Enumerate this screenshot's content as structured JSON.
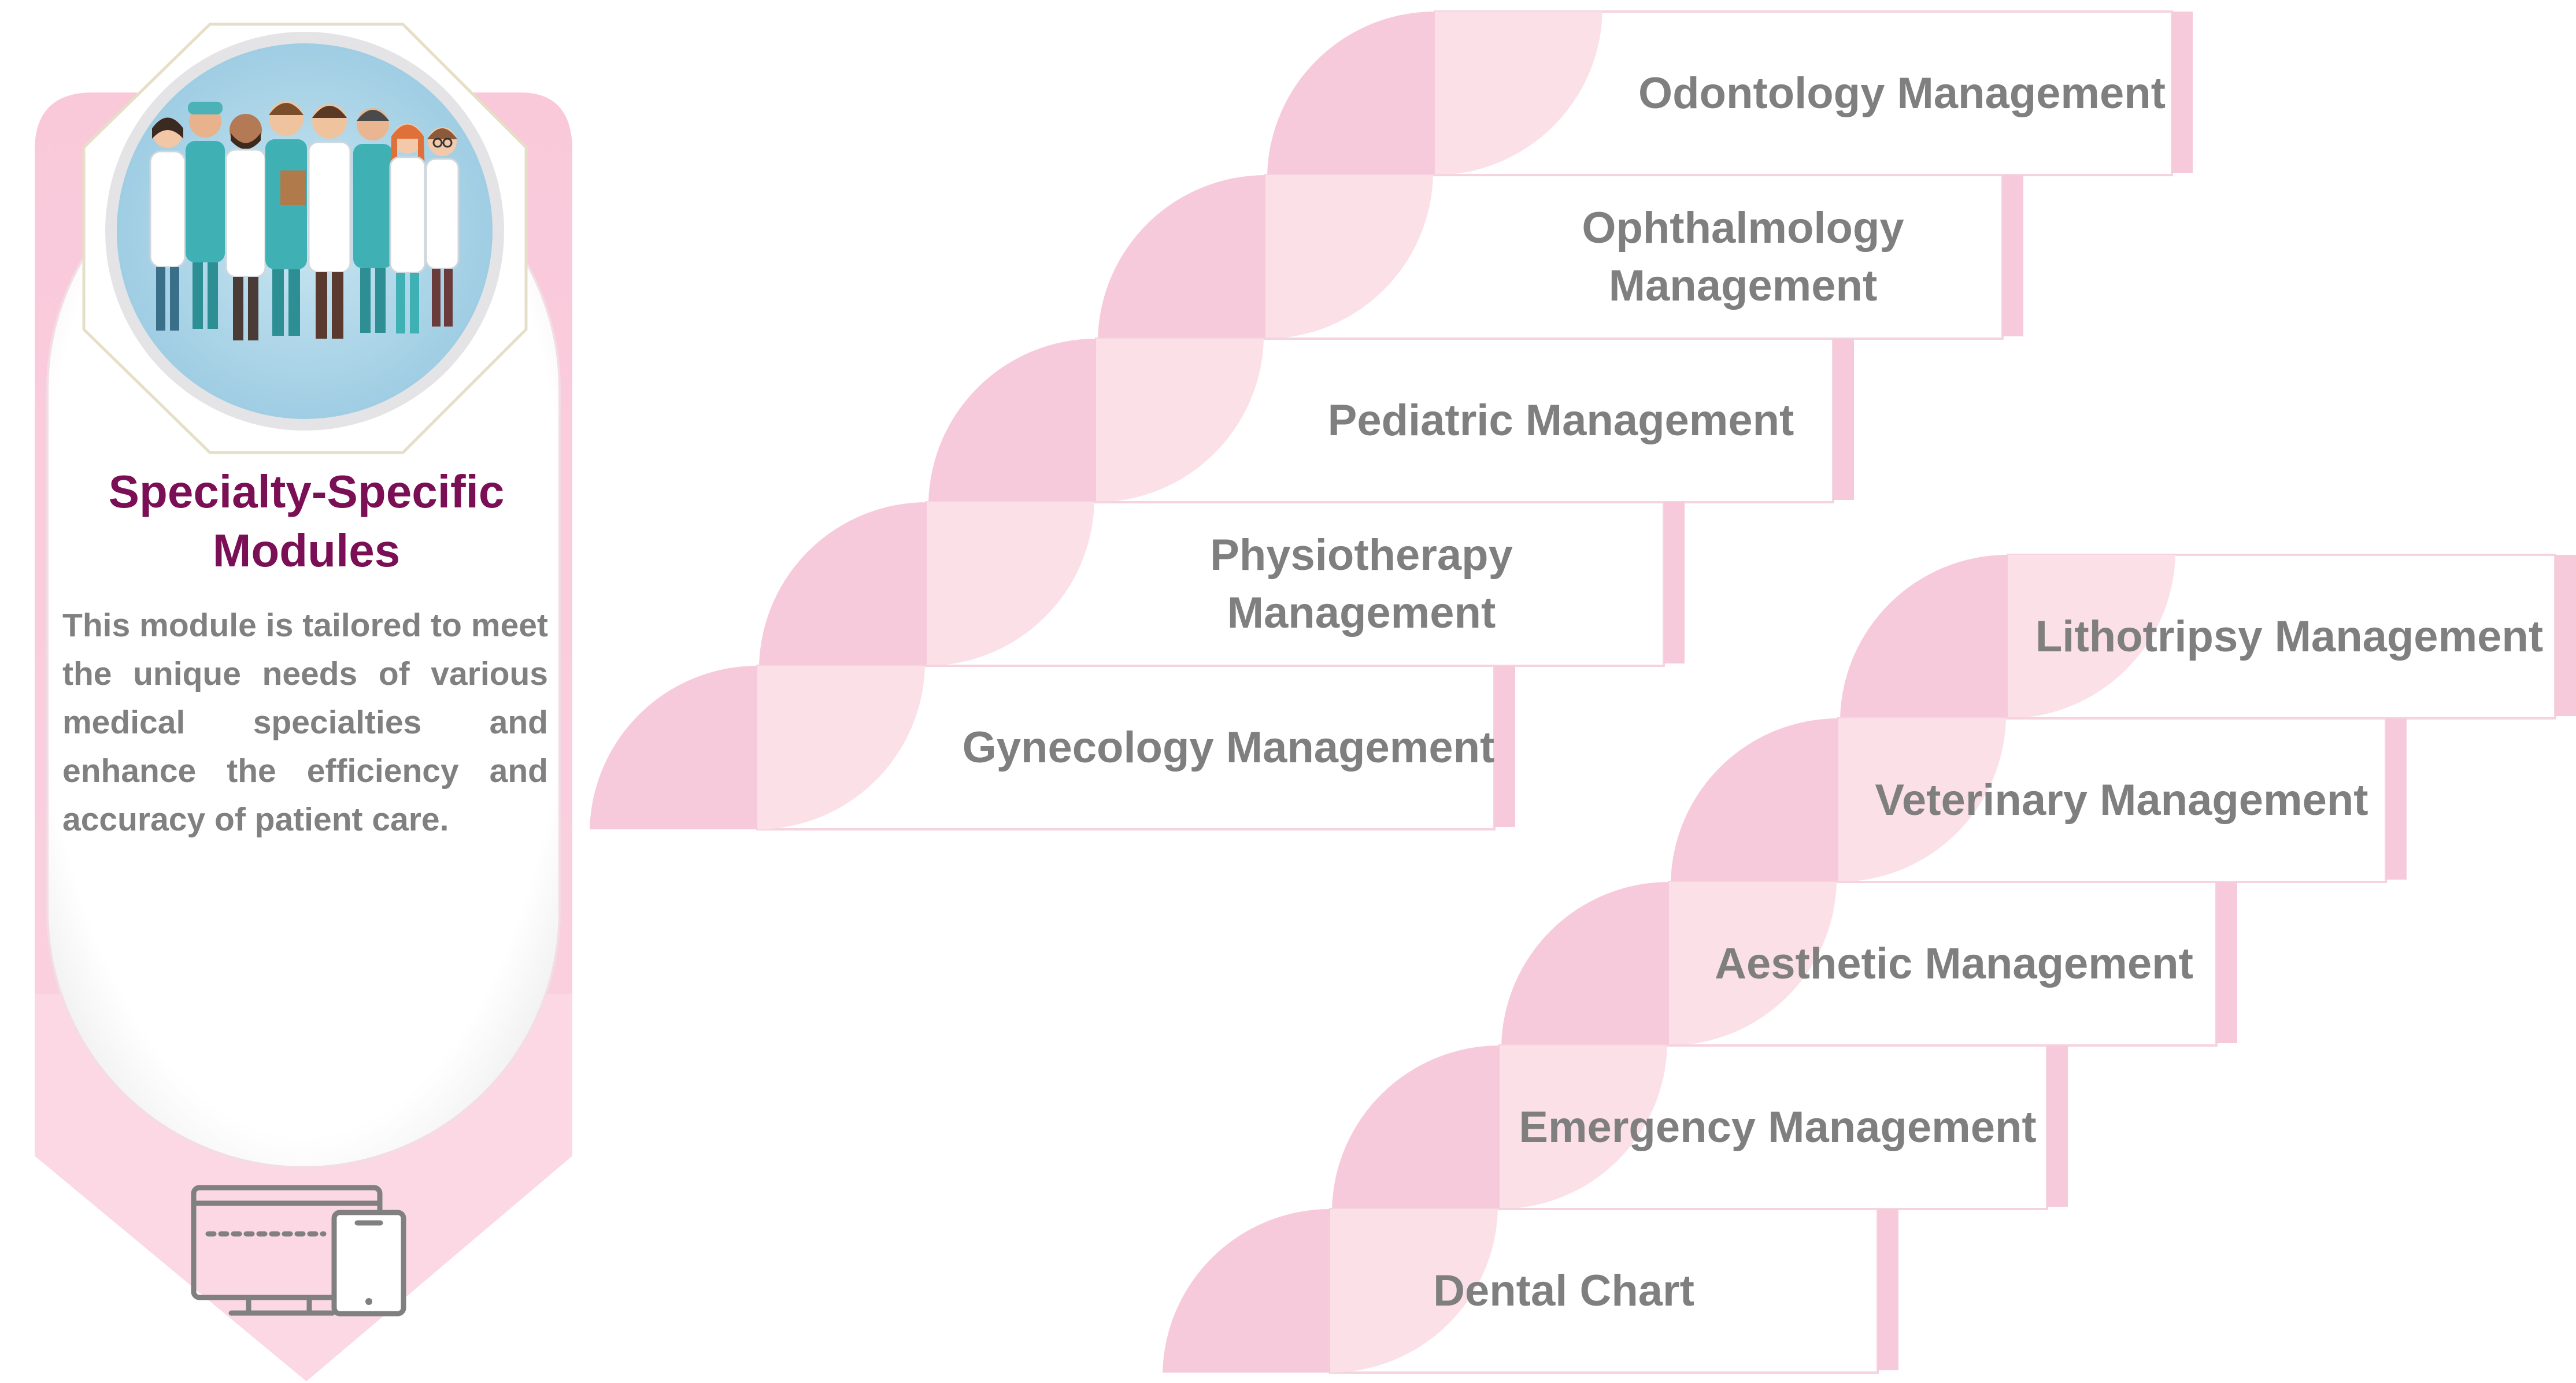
{
  "panel": {
    "title_line1": "Specialty-Specific",
    "title_line2": "Modules",
    "description": "This module is tailored to meet the unique needs of various medical specialties and enhance the efficiency and accuracy of patient care.",
    "illustration_icon": "medical-team-illustration",
    "device_icon": "desktop-and-tablet-icon"
  },
  "modules_left": [
    {
      "line1": "Odontology Management",
      "line2": ""
    },
    {
      "line1": "Ophthalmology",
      "line2": "Management"
    },
    {
      "line1": "Pediatric Management",
      "line2": ""
    },
    {
      "line1": "Physiotherapy",
      "line2": "Management"
    },
    {
      "line1": "Gynecology Management",
      "line2": ""
    }
  ],
  "modules_right": [
    {
      "line1": "Lithotripsy Management",
      "line2": ""
    },
    {
      "line1": "Veterinary Management",
      "line2": ""
    },
    {
      "line1": "Aesthetic Management",
      "line2": ""
    },
    {
      "line1": "Emergency Management",
      "line2": ""
    },
    {
      "line1": "Dental Chart",
      "line2": ""
    }
  ],
  "colors": {
    "accent": "#f7cadb",
    "accent_light": "#fbe0e8",
    "title": "#7b0f55",
    "text": "#7f7f7f"
  }
}
